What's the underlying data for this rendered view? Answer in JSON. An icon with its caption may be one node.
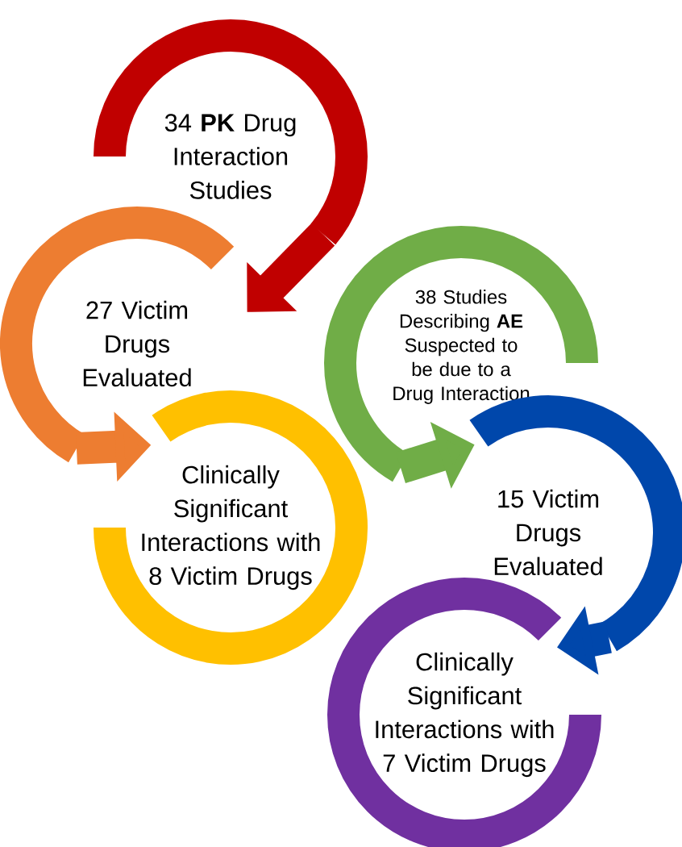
{
  "diagram": {
    "nodes": [
      {
        "text": [
          "34 **PK** Drug Interaction Studies"
        ]
      },
      {
        "text": [
          "27 Victim Drugs Evaluated"
        ]
      },
      {
        "text": [
          "Clinically Significant Interactions with 8 Victim Drugs"
        ]
      },
      {
        "text": [
          "38 Studies Describing **AE** Suspected to be due to a Drug Interaction"
        ]
      },
      {
        "text": [
          "15 Victim Drugs Evaluated"
        ]
      },
      {
        "text": [
          "Clinically Significant Interactions with 7 Victim Drugs"
        ]
      }
    ],
    "edges": [
      {
        "from": 0,
        "to": 1,
        "arrow": "to",
        "color": "#c00000"
      },
      {
        "from": 1,
        "to": 2,
        "arrow": "to",
        "color": "#ed7d31"
      },
      {
        "from": 3,
        "to": 4,
        "arrow": "to",
        "color": "#70ad47"
      },
      {
        "from": 4,
        "to": 5,
        "arrow": "to",
        "color": "#0047ab"
      }
    ]
  }
}
